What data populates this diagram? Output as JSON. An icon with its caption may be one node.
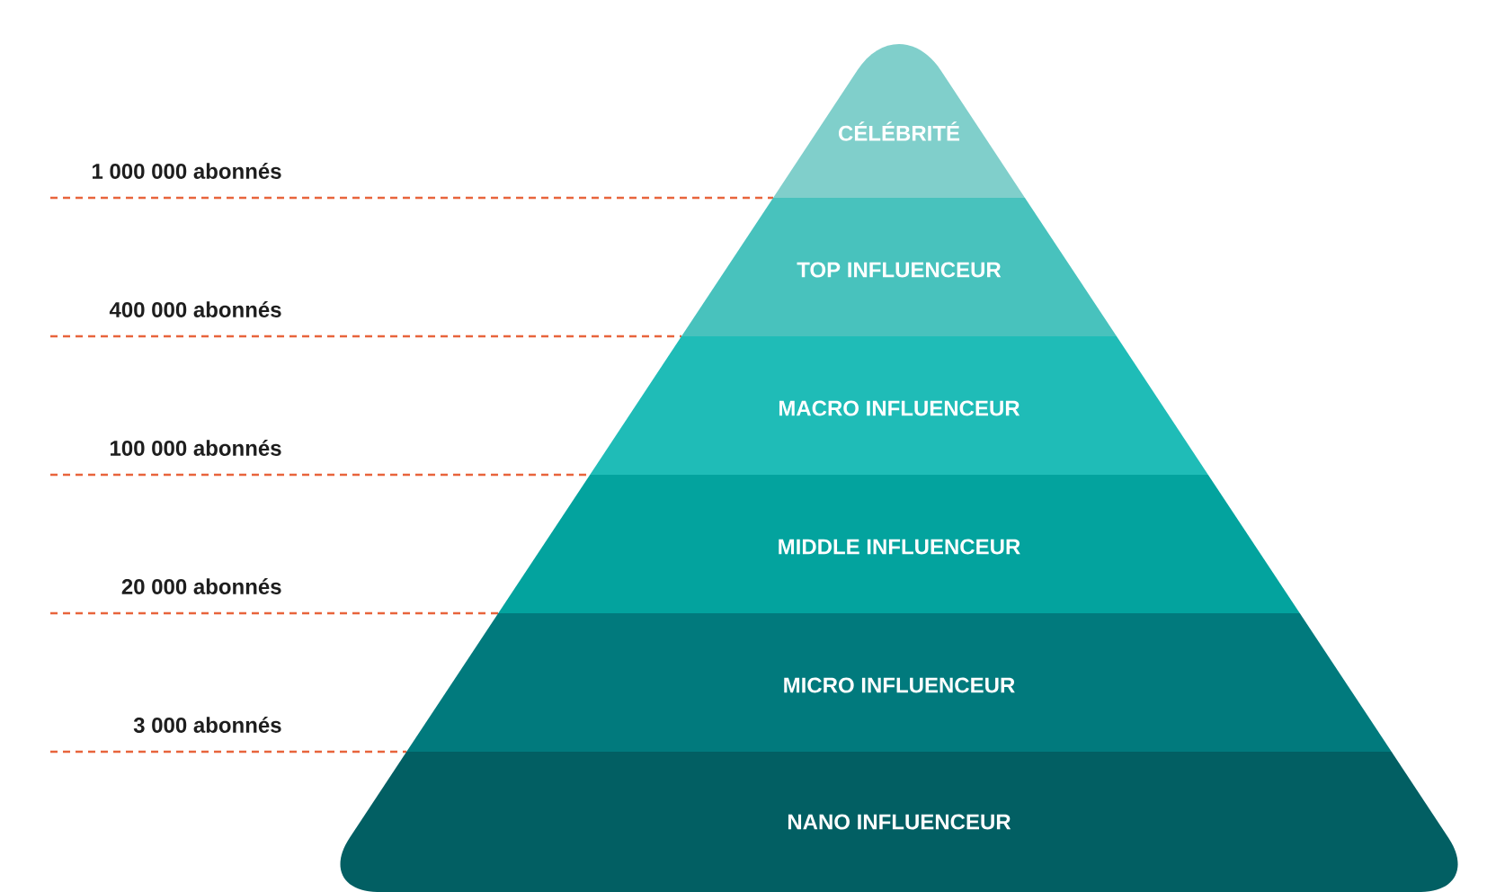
{
  "diagram": {
    "nodes": [
      {
        "text": [
          "CÉLÉBRITÉ"
        ]
      },
      {
        "text": [
          "TOP INFLUENCEUR"
        ]
      },
      {
        "text": [
          "MACRO INFLUENCEUR"
        ]
      },
      {
        "text": [
          "MIDDLE INFLUENCEUR"
        ]
      },
      {
        "text": [
          "MICRO INFLUENCEUR"
        ]
      },
      {
        "text": [
          "NANO INFLUENCEUR"
        ]
      }
    ],
    "labels": [
      "1 000 000 abonnés",
      "400 000 abonnés",
      "100 000 abonnés",
      "20 000 abonnés",
      "3 000 abonnés"
    ]
  }
}
